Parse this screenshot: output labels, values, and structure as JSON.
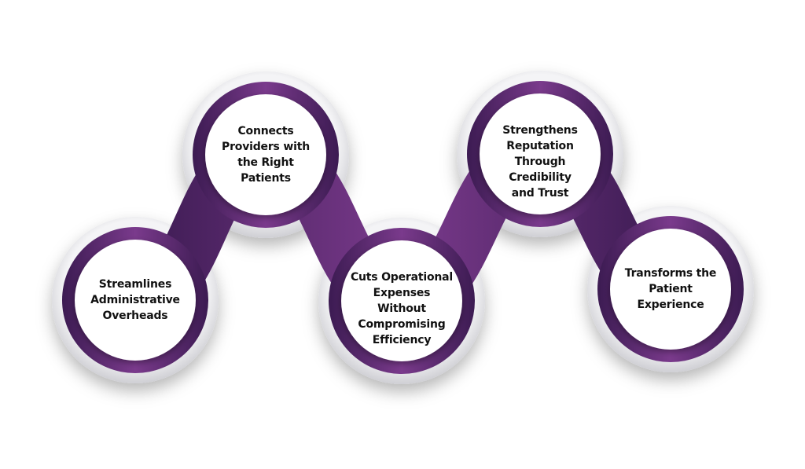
{
  "colors": {
    "purple_dark": "#3c1b52",
    "purple_mid": "#5e2a73",
    "purple_light": "#7a3a8c",
    "ring": "#e1e1e4",
    "inner": "#ffffff"
  },
  "nodes": [
    {
      "id": "streamlines",
      "lines": [
        "Streamlines",
        "Administrative",
        "Overheads"
      ]
    },
    {
      "id": "connects",
      "lines": [
        "Connects",
        "Providers with",
        "the Right",
        "Patients"
      ]
    },
    {
      "id": "cuts",
      "lines": [
        "Cuts Operational",
        "Expenses Without",
        "Compromising",
        "Efficiency"
      ]
    },
    {
      "id": "strengthens",
      "lines": [
        "Strengthens",
        "Reputation",
        "Through Credibility",
        "and Trust"
      ]
    },
    {
      "id": "transforms",
      "lines": [
        "Transforms the",
        "Patient",
        "Experience"
      ]
    }
  ]
}
